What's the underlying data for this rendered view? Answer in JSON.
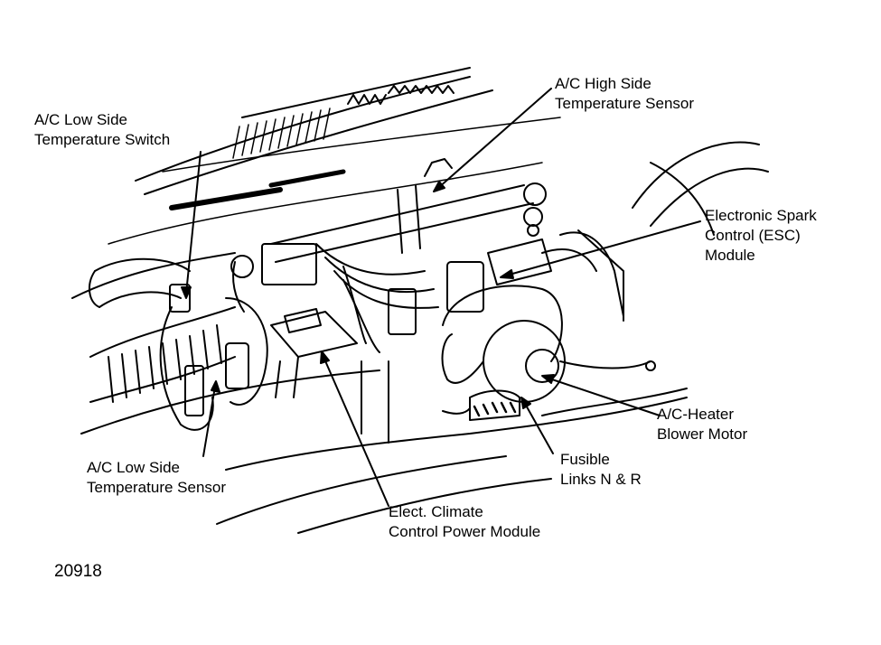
{
  "figure_number": "20918",
  "labels": {
    "low_side_switch": {
      "line1": "A/C Low Side",
      "line2": "Temperature Switch"
    },
    "high_side_sensor": {
      "line1": "A/C High Side",
      "line2": "Temperature Sensor"
    },
    "esc_module": {
      "line1": "Electronic Spark",
      "line2": "Control (ESC)",
      "line3": "Module"
    },
    "blower_motor": {
      "line1": "A/C-Heater",
      "line2": "Blower Motor"
    },
    "fusible_links": {
      "line1": "Fusible",
      "line2": "Links N & R"
    },
    "climate_module": {
      "line1": "Elect. Climate",
      "line2": "Control Power Module"
    },
    "low_side_sensor": {
      "line1": "A/C Low Side",
      "line2": "Temperature Sensor"
    }
  },
  "colors": {
    "ink": "#000000",
    "paper": "#ffffff"
  }
}
